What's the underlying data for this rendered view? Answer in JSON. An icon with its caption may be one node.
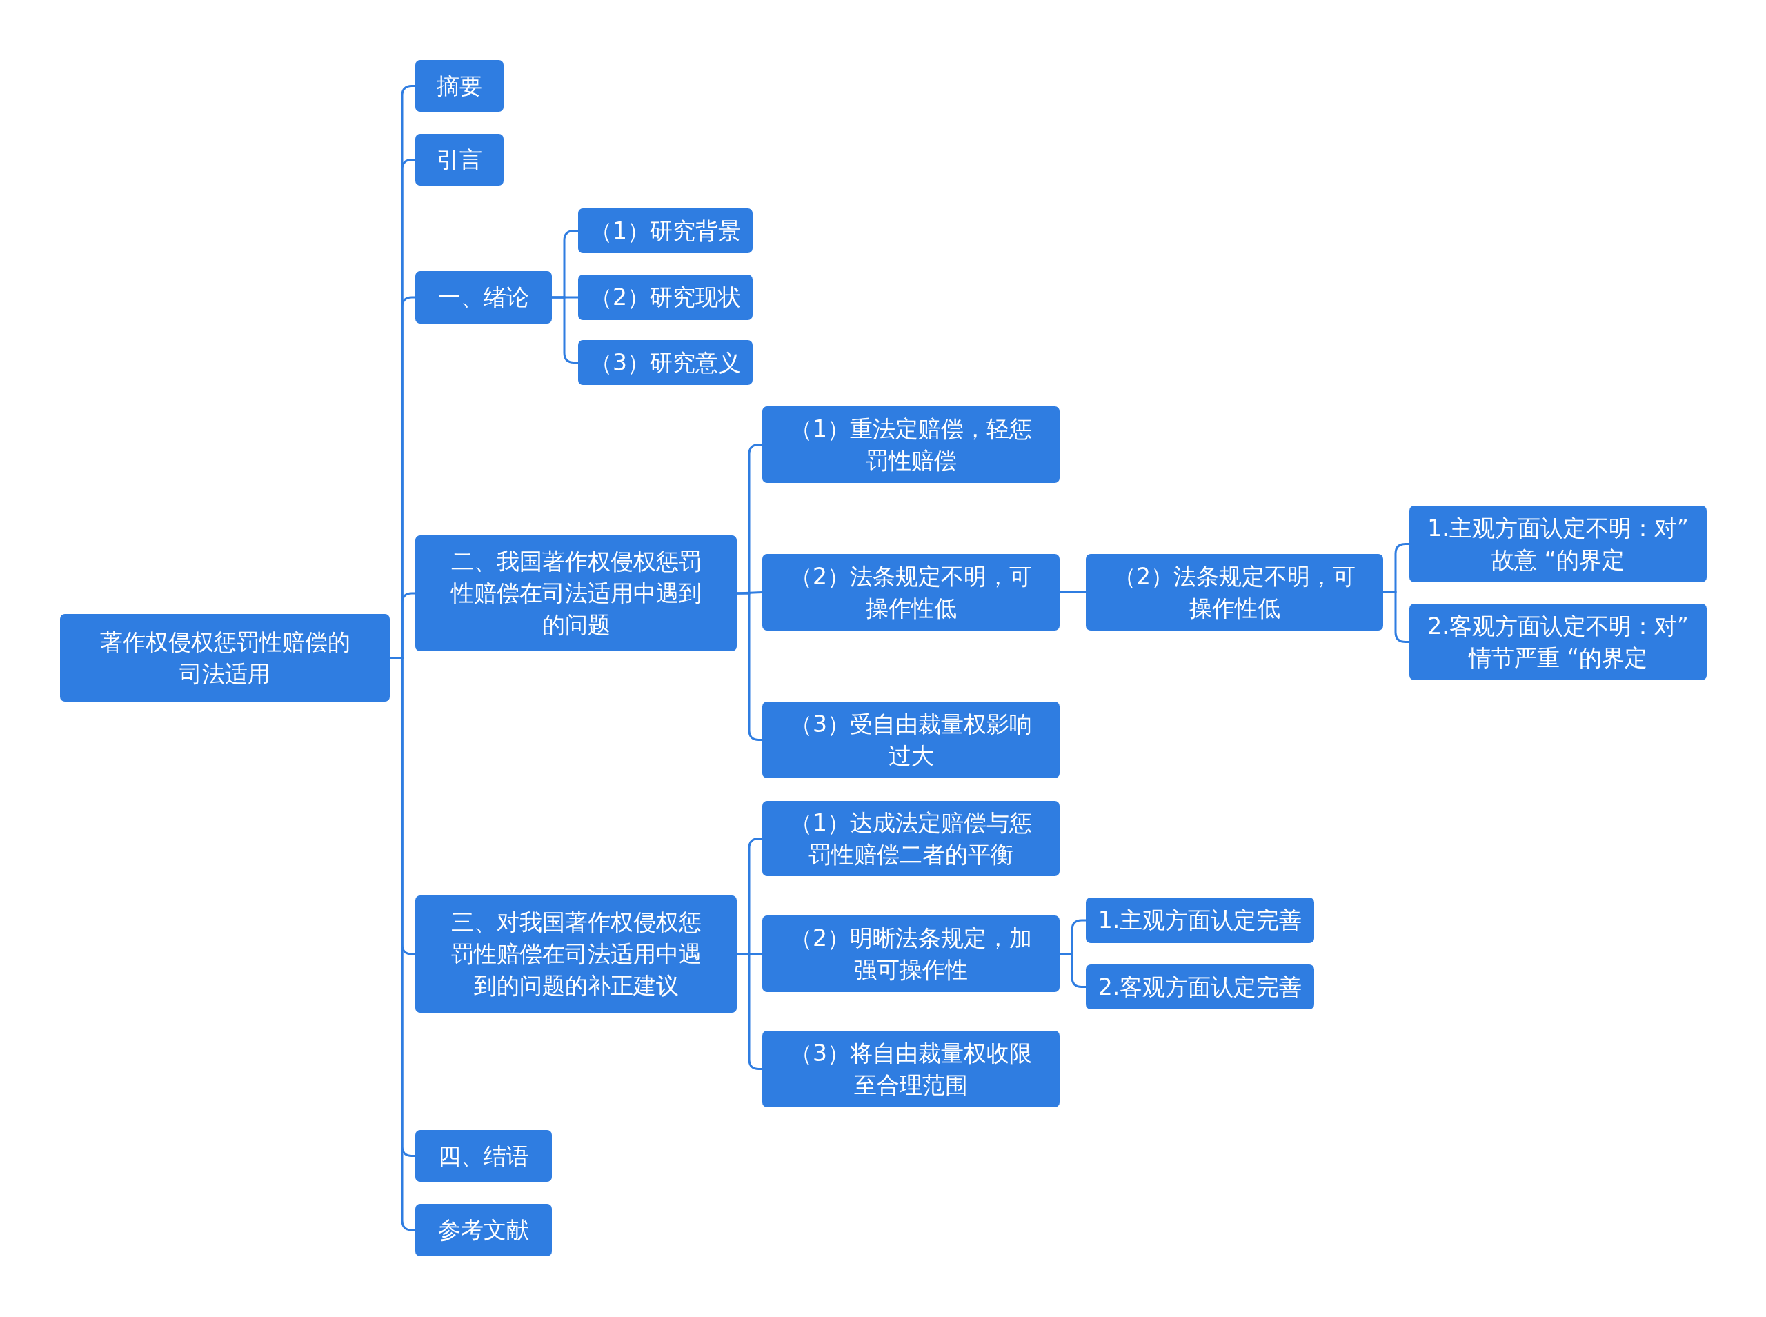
{
  "diagram": {
    "nodes": [
      {
        "text": [
          "著作权侵权惩罚性赔偿的司法适用"
        ]
      },
      {
        "text": [
          "摘要"
        ]
      },
      {
        "text": [
          "引言"
        ]
      },
      {
        "text": [
          "一、绪论"
        ]
      },
      {
        "text": [
          "（1）研究背景"
        ]
      },
      {
        "text": [
          "（2）研究现状"
        ]
      },
      {
        "text": [
          "（3）研究意义"
        ]
      },
      {
        "text": [
          "二、我国著作权侵权惩罚性赔偿在司法适用中遇到的问题"
        ]
      },
      {
        "text": [
          "（1）重法定赔偿，轻惩罚性赔偿"
        ]
      },
      {
        "text": [
          "（2）法条规定不明，可操作性低"
        ]
      },
      {
        "text": [
          "（2）法条规定不明，可操作性低"
        ]
      },
      {
        "text": [
          "1.主观方面认定不明：对” 故意 “的界定"
        ]
      },
      {
        "text": [
          "2.客观方面认定不明：对” 情节严重 “的界定"
        ]
      },
      {
        "text": [
          "（3）受自由裁量权影响过大"
        ]
      },
      {
        "text": [
          "三、对我国著作权侵权惩罚性赔偿在司法适用中遇到的问题的补正建议"
        ]
      },
      {
        "text": [
          "（1）达成法定赔偿与惩罚性赔偿二者的平衡"
        ]
      },
      {
        "text": [
          "（2）明晰法条规定，加强可操作性"
        ]
      },
      {
        "text": [
          "1.主观方面认定完善"
        ]
      },
      {
        "text": [
          "2.客观方面认定完善"
        ]
      },
      {
        "text": [
          "（3）将自由裁量权收限至合理范围"
        ]
      },
      {
        "text": [
          "四、结语"
        ]
      },
      {
        "text": [
          "参考文献"
        ]
      }
    ],
    "edges": [
      {
        "from": 0,
        "to": 1,
        "arrow": "none"
      },
      {
        "from": 0,
        "to": 2,
        "arrow": "none"
      },
      {
        "from": 0,
        "to": 3,
        "arrow": "none"
      },
      {
        "from": 3,
        "to": 4,
        "arrow": "none"
      },
      {
        "from": 3,
        "to": 5,
        "arrow": "none"
      },
      {
        "from": 3,
        "to": 6,
        "arrow": "none"
      },
      {
        "from": 0,
        "to": 7,
        "arrow": "none"
      },
      {
        "from": 7,
        "to": 8,
        "arrow": "none"
      },
      {
        "from": 7,
        "to": 9,
        "arrow": "none"
      },
      {
        "from": 9,
        "to": 10,
        "arrow": "none"
      },
      {
        "from": 10,
        "to": 11,
        "arrow": "none"
      },
      {
        "from": 10,
        "to": 12,
        "arrow": "none"
      },
      {
        "from": 7,
        "to": 13,
        "arrow": "none"
      },
      {
        "from": 0,
        "to": 14,
        "arrow": "none"
      },
      {
        "from": 14,
        "to": 15,
        "arrow": "none"
      },
      {
        "from": 14,
        "to": 16,
        "arrow": "none"
      },
      {
        "from": 16,
        "to": 17,
        "arrow": "none"
      },
      {
        "from": 16,
        "to": 18,
        "arrow": "none"
      },
      {
        "from": 14,
        "to": 19,
        "arrow": "none"
      },
      {
        "from": 0,
        "to": 20,
        "arrow": "none"
      },
      {
        "from": 0,
        "to": 21,
        "arrow": "none"
      }
    ]
  }
}
